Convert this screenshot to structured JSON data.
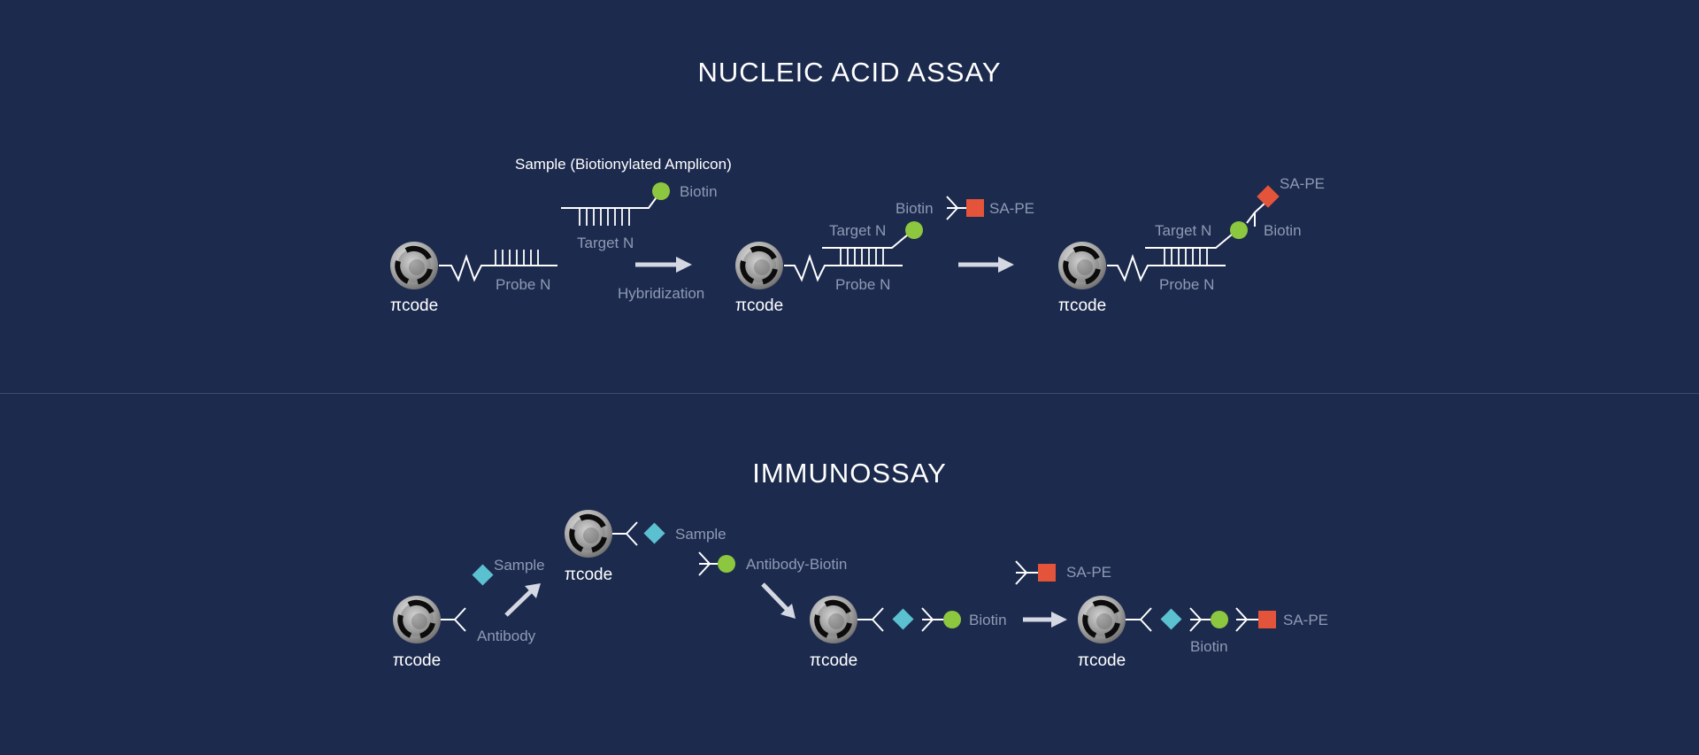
{
  "nucleic": {
    "title": "NUCLEIC ACID ASSAY",
    "sample_label": "Sample (Biotionylated Amplicon)",
    "step1": {
      "bead": "πcode",
      "probe": "Probe N"
    },
    "free_target": {
      "target": "Target N",
      "biotin": "Biotin"
    },
    "arrow1_label": "Hybridization",
    "step2": {
      "bead": "πcode",
      "probe": "Probe N",
      "target": "Target N",
      "biotin": "Biotin",
      "sape": "SA-PE"
    },
    "step3": {
      "bead": "πcode",
      "probe": "Probe N",
      "target": "Target N",
      "biotin": "Biotin",
      "sape": "SA-PE"
    }
  },
  "immuno": {
    "title": "IMMUNOSSAY",
    "step1": {
      "bead": "πcode",
      "sample": "Sample",
      "antibody": "Antibody"
    },
    "step2": {
      "bead": "πcode",
      "sample": "Sample",
      "antibody_biotin": "Antibody-Biotin"
    },
    "step3": {
      "bead": "πcode",
      "biotin": "Biotin",
      "sape": "SA-PE"
    },
    "step4": {
      "bead": "πcode",
      "biotin": "Biotin",
      "sape": "SA-PE"
    }
  },
  "colors": {
    "background": "#1c2a4d",
    "divider": "#3d4b6e",
    "biotin": "#8dc63f",
    "sape": "#e4543a",
    "sample": "#5bc0d0",
    "label": "#8f9ab4",
    "line": "#ffffff",
    "arrow": "#d4d8e2"
  }
}
